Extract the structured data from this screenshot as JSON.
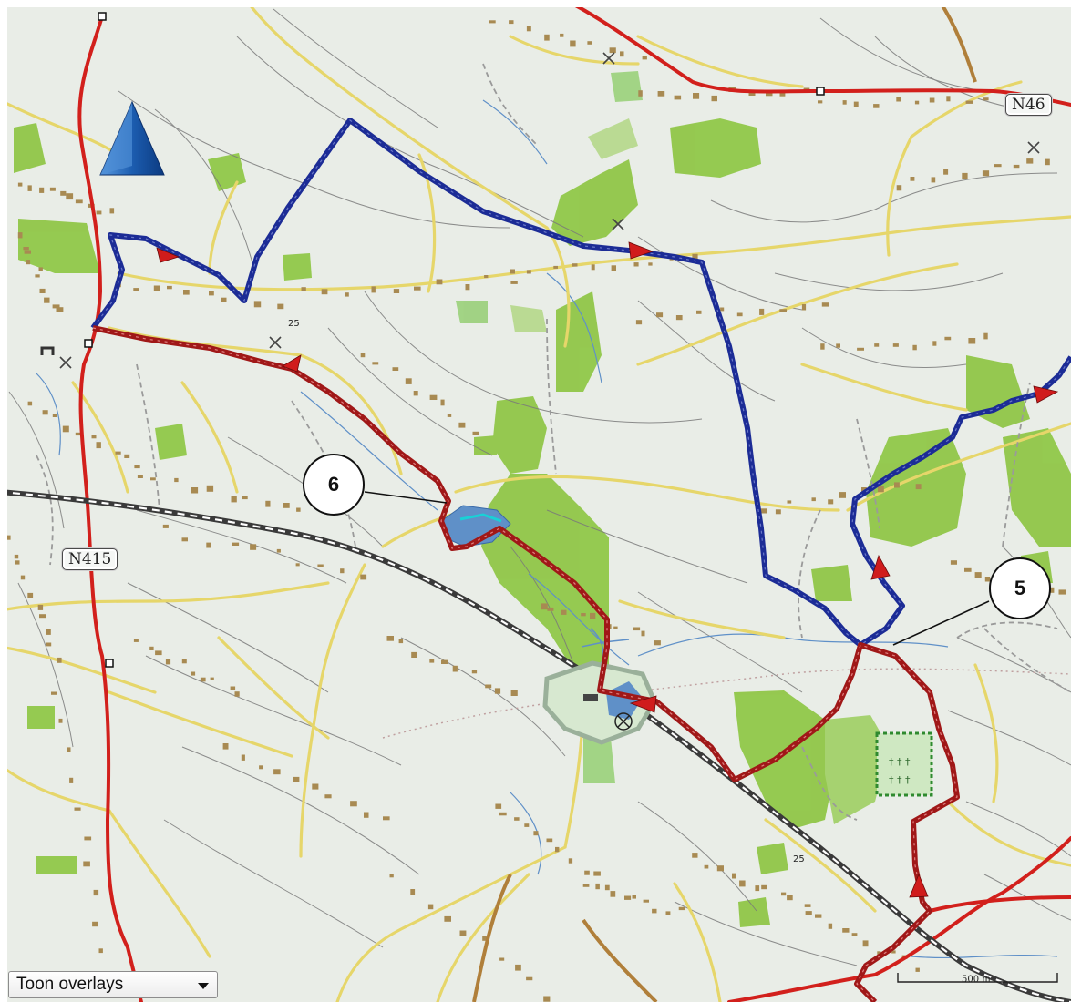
{
  "road_labels": {
    "n46": "N46",
    "n415": "N415"
  },
  "route_markers": {
    "five": "5",
    "six": "6"
  },
  "highway_shield_number": "25",
  "overlay_dropdown": {
    "selected": "Toon overlays"
  },
  "scale_bar": {
    "label": "500 m"
  },
  "compass_icon": "north-arrow-icon",
  "colors": {
    "background": "#e9ede7",
    "forest": "#8cc540",
    "forest_light": "#b5d98a",
    "meadow": "#9ad07a",
    "water": "#5f90c8",
    "main_road": "#d2201c",
    "secondary_road": "#e6d66a",
    "contour": "#7a7a7a",
    "building": "#a88a52",
    "route_red": "#a01818",
    "route_blue": "#1c2c96",
    "railway": "#3a3a3a"
  }
}
